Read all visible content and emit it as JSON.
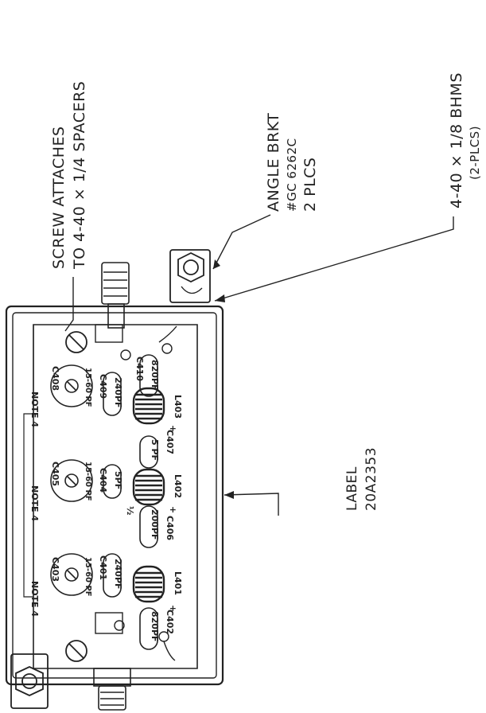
{
  "callouts": {
    "screw_line1": "SCREW ATTACHES",
    "screw_line2": "TO 4-40 × 1/4  SPACERS",
    "angle_line1": "ANGLE BRKT",
    "angle_line2": "#GC 6262C",
    "angle_line3": "2 PLCS",
    "bhms_line1": "4-40 × 1/8 BHMS",
    "bhms_line2": "(2-PLCS)",
    "label_line1": "LABEL",
    "label_line2": "20A2353"
  },
  "components": {
    "c403": "C403",
    "c405": "C405",
    "c408": "C408",
    "trim1_value": "15-60 PF",
    "trim2_value": "15-60 PF",
    "trim3_value": "15-60 PF",
    "note1": "NOTE 4",
    "note2": "NOTE 4",
    "note3": "NOTE 4",
    "c401": "C401",
    "c401_val": "240PF",
    "c404": "C404",
    "c404_val": "5PF",
    "c409": "C409",
    "c409_val": "240PF",
    "c402": "C402",
    "c402_val": "820PF",
    "c406": "C406",
    "c406_val": "200PF",
    "c407": "C407",
    "c407_val": "5 PF",
    "c410": "C410",
    "c410_val": "820PF",
    "l401": "L401",
    "l402": "L402",
    "l403": "L403",
    "plus1": "+",
    "plus2": "+",
    "plus3": "+",
    "half": "½"
  },
  "colors": {
    "ink": "#222222",
    "paper": "#ffffff"
  }
}
